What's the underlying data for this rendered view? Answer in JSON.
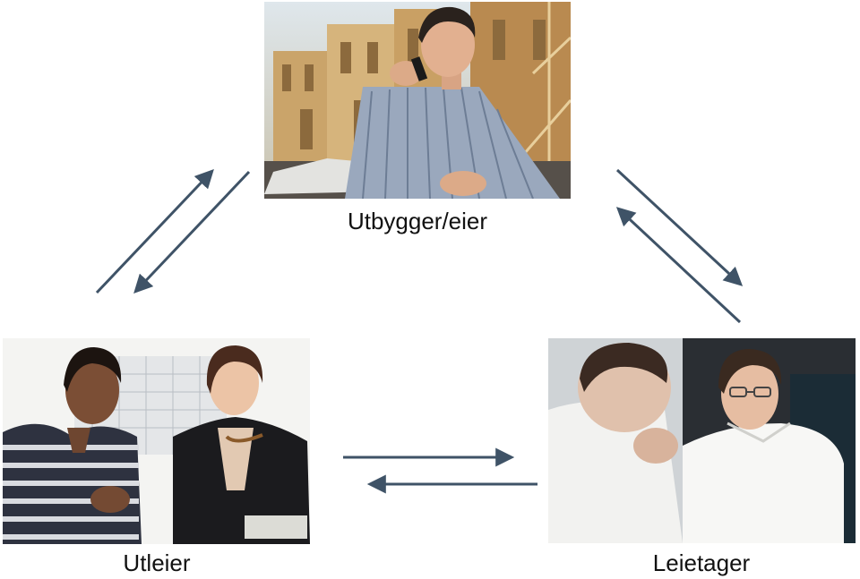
{
  "diagram": {
    "nodes": {
      "owner": {
        "label": "Utbygger/eier"
      },
      "landlord": {
        "label": "Utleier"
      },
      "tenant": {
        "label": "Leietager"
      }
    },
    "colors": {
      "arrow": "#3f5367"
    },
    "relations": [
      {
        "from": "owner",
        "to": "landlord"
      },
      {
        "from": "landlord",
        "to": "owner"
      },
      {
        "from": "owner",
        "to": "tenant"
      },
      {
        "from": "tenant",
        "to": "owner"
      },
      {
        "from": "landlord",
        "to": "tenant"
      },
      {
        "from": "tenant",
        "to": "landlord"
      }
    ]
  }
}
